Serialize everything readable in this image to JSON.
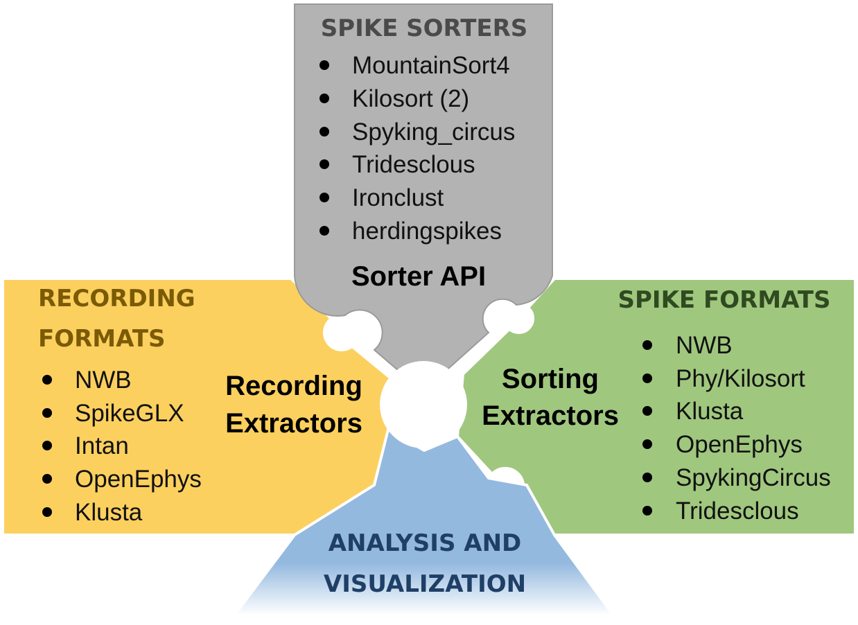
{
  "colors": {
    "sorters": "#b3b3b3",
    "sorters_border": "#9a9a9a",
    "recording": "#fcd05f",
    "spike_formats": "#a0c77e",
    "analysis": "#94b9df",
    "sorters_title": "#4a4a4a",
    "recording_title": "#7a5a05",
    "spike_formats_title": "#2f4a20",
    "analysis_title": "#1f3f66"
  },
  "sorters": {
    "title": "SPIKE SORTERS",
    "api_label": "Sorter API",
    "items": [
      "MountainSort4",
      "Kilosort (2)",
      "Spyking_circus",
      "Tridesclous",
      "Ironclust",
      "herdingspikes"
    ]
  },
  "recording": {
    "title_line1": "RECORDING",
    "title_line2": "FORMATS",
    "extractor_line1": "Recording",
    "extractor_line2": "Extractors",
    "items": [
      "NWB",
      "SpikeGLX",
      "Intan",
      "OpenEphys",
      "Klusta"
    ]
  },
  "spike_formats": {
    "title": "SPIKE FORMATS",
    "extractor_line1": "Sorting",
    "extractor_line2": "Extractors",
    "items": [
      "NWB",
      "Phy/Kilosort",
      "Klusta",
      "OpenEphys",
      "SpykingCircus",
      "Tridesclous"
    ]
  },
  "analysis": {
    "title_line1": "ANALYSIS AND",
    "title_line2": "VISUALIZATION"
  }
}
